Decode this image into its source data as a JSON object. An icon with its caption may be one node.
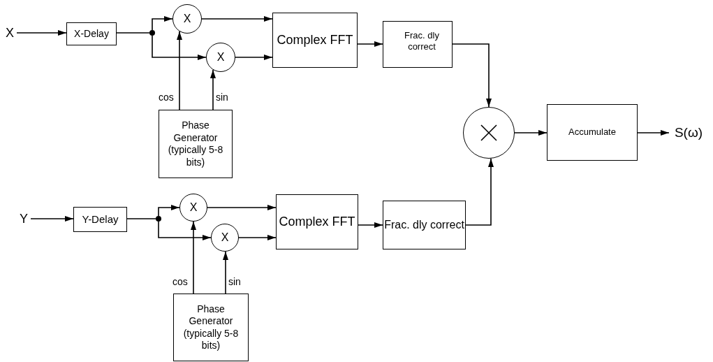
{
  "diagram": {
    "nodes": [
      {
        "text": [
          "X"
        ]
      },
      {
        "text": [
          "X-Delay"
        ]
      },
      {
        "text": [],
        "shape": "circle"
      },
      {
        "text": [
          "X"
        ]
      },
      {
        "text": [
          "X"
        ]
      },
      {
        "text": [
          "Complex FFT"
        ]
      },
      {
        "text": [
          "Frac. dly correct"
        ]
      },
      {
        "text": [
          "Phase Generator (typically 5-8 bits)"
        ]
      },
      {
        "text": [
          "Y"
        ]
      },
      {
        "text": [
          "Y-Delay"
        ]
      },
      {
        "text": [],
        "shape": "circle"
      },
      {
        "text": [
          "X"
        ]
      },
      {
        "text": [
          "X"
        ]
      },
      {
        "text": [
          "Complex FFT"
        ]
      },
      {
        "text": [
          "Frac. dly correct"
        ]
      },
      {
        "text": [
          "Phase Generator (typically 5-8 bits)"
        ]
      },
      {
        "text": [],
        "shape": "circle"
      },
      {
        "text": [
          "Accumulate"
        ]
      },
      {
        "text": [
          "S(ω)"
        ]
      }
    ],
    "edges": [
      {
        "from": 0,
        "to": 1,
        "arrow": "to"
      },
      {
        "from": 1,
        "to": 2,
        "arrow": "none"
      },
      {
        "from": 2,
        "to": 3,
        "arrow": "to"
      },
      {
        "from": 2,
        "to": 4,
        "arrow": "to"
      },
      {
        "from": 3,
        "to": 5,
        "arrow": "to"
      },
      {
        "from": 4,
        "to": 5,
        "arrow": "to"
      },
      {
        "from": 7,
        "to": 3,
        "arrow": "to",
        "label": "cos"
      },
      {
        "from": 7,
        "to": 4,
        "arrow": "to",
        "label": "sin"
      },
      {
        "from": 5,
        "to": 6,
        "arrow": "to"
      },
      {
        "from": 6,
        "to": 16,
        "arrow": "to"
      },
      {
        "from": 8,
        "to": 9,
        "arrow": "to"
      },
      {
        "from": 9,
        "to": 10,
        "arrow": "none"
      },
      {
        "from": 10,
        "to": 11,
        "arrow": "to"
      },
      {
        "from": 10,
        "to": 12,
        "arrow": "to"
      },
      {
        "from": 11,
        "to": 13,
        "arrow": "to"
      },
      {
        "from": 12,
        "to": 13,
        "arrow": "to"
      },
      {
        "from": 15,
        "to": 11,
        "arrow": "to",
        "label": "cos"
      },
      {
        "from": 15,
        "to": 12,
        "arrow": "to",
        "label": "sin"
      },
      {
        "from": 13,
        "to": 14,
        "arrow": "to"
      },
      {
        "from": 14,
        "to": 16,
        "arrow": "to"
      },
      {
        "from": 16,
        "to": 17,
        "arrow": "to"
      },
      {
        "from": 17,
        "to": 18,
        "arrow": "to"
      }
    ]
  }
}
